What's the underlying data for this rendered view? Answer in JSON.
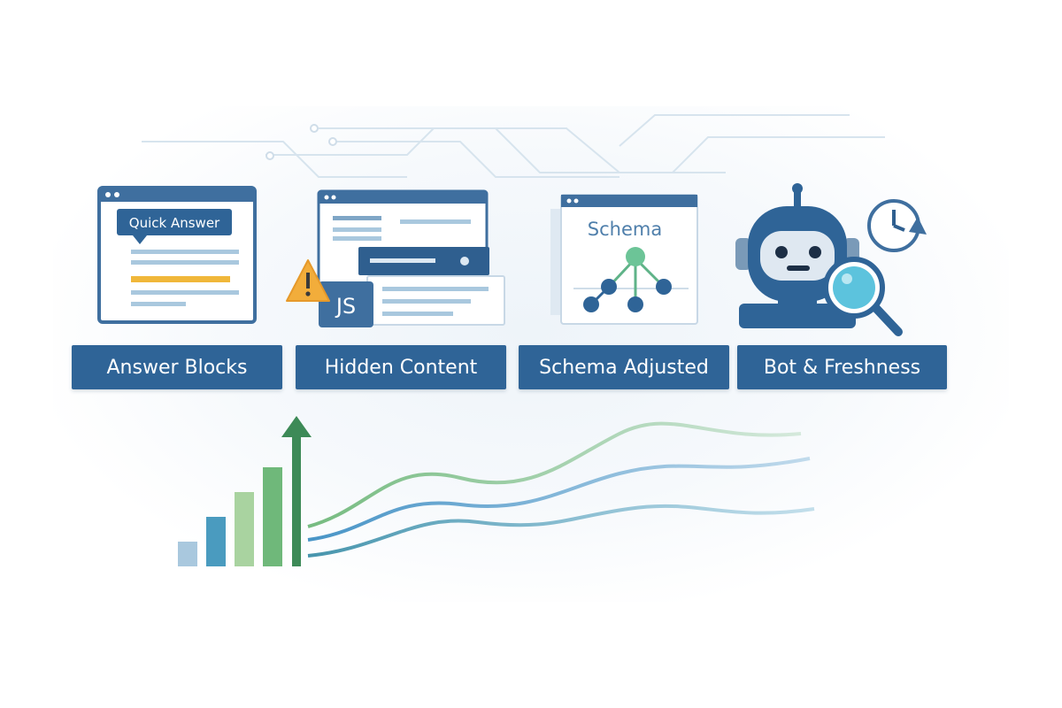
{
  "cards": [
    {
      "label": "Answer Blocks",
      "inner_text": "Quick Answer",
      "icon": "answer-block-window-icon"
    },
    {
      "label": "Hidden Content",
      "inner_text": "JS",
      "icon": "hidden-js-window-icon"
    },
    {
      "label": "Schema Adjusted",
      "inner_text": "Schema",
      "icon": "schema-graph-window-icon"
    },
    {
      "label": "Bot & Freshness",
      "icon": "robot-magnifier-clock-icon"
    }
  ],
  "colors": {
    "label_bg": "#2f6497",
    "window_frame": "#3f6f9f",
    "highlight": "#f0b73a",
    "warning": "#f2ad3b",
    "green": "#6fb87a",
    "teal": "#4a9bbf",
    "light_blue": "#a9c8de"
  },
  "chart_data": {
    "type": "bar",
    "values": [
      1,
      2,
      3,
      4
    ],
    "growth_arrow": "up-arrow-icon",
    "lines": [
      "green-wave",
      "blue-wave",
      "teal-wave"
    ]
  }
}
